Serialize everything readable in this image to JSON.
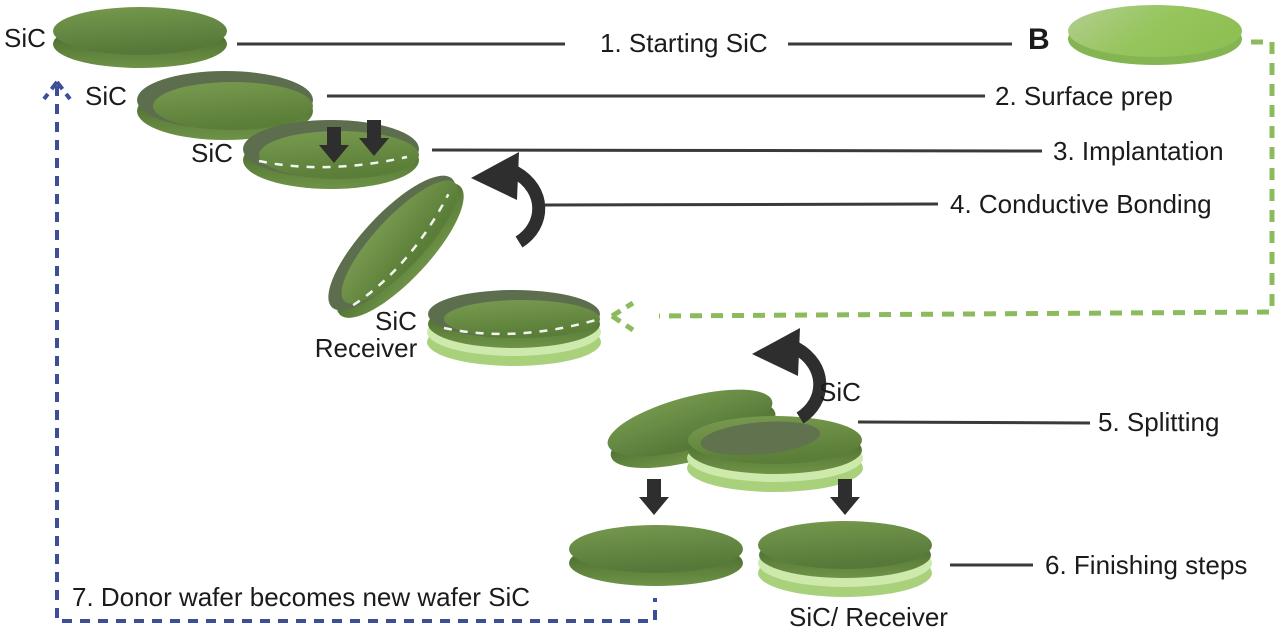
{
  "steps": {
    "s1": "1. Starting SiC",
    "s2": "2. Surface prep",
    "s3": "3. Implantation",
    "s4": "4. Conductive Bonding",
    "s5": "5. Splitting",
    "s6": "6. Finishing steps",
    "s7": "7. Donor wafer becomes new wafer SiC"
  },
  "wafer_labels": {
    "starting": "SiC",
    "surface_prep": "SiC",
    "implantation": "SiC",
    "receiver_top": "SiC",
    "receiver_bottom": "Receiver",
    "boule_marker": "B",
    "split_donor": "SiC",
    "final_receiver": "SiC/ Receiver"
  },
  "icons": {
    "implant_arrow": "down-arrow",
    "split_arrow": "down-arrow",
    "flip_arrow": "curved-rotate-arrow",
    "recycle_arrowhead": "up-open-arrowhead",
    "bond_arrowhead": "left-open-arrowhead"
  },
  "colors": {
    "wafer_green": "#6b9046",
    "wafer_green_dark": "#567838",
    "wafer_rim_dark": "#45642a",
    "wafer_shadow_band": "#5c6e4e",
    "receiver_base_side": "#a9d07b",
    "receiver_base_top": "#cde9ab",
    "b_wafer_green": "#9ac75f",
    "arrow_black": "#2e2e2e",
    "connector_line": "#3a3a3a",
    "dashed_green": "#8cbb5e",
    "dashed_blue": "#3c4e95",
    "text": "#1b1b1b",
    "background": "#ffffff"
  }
}
